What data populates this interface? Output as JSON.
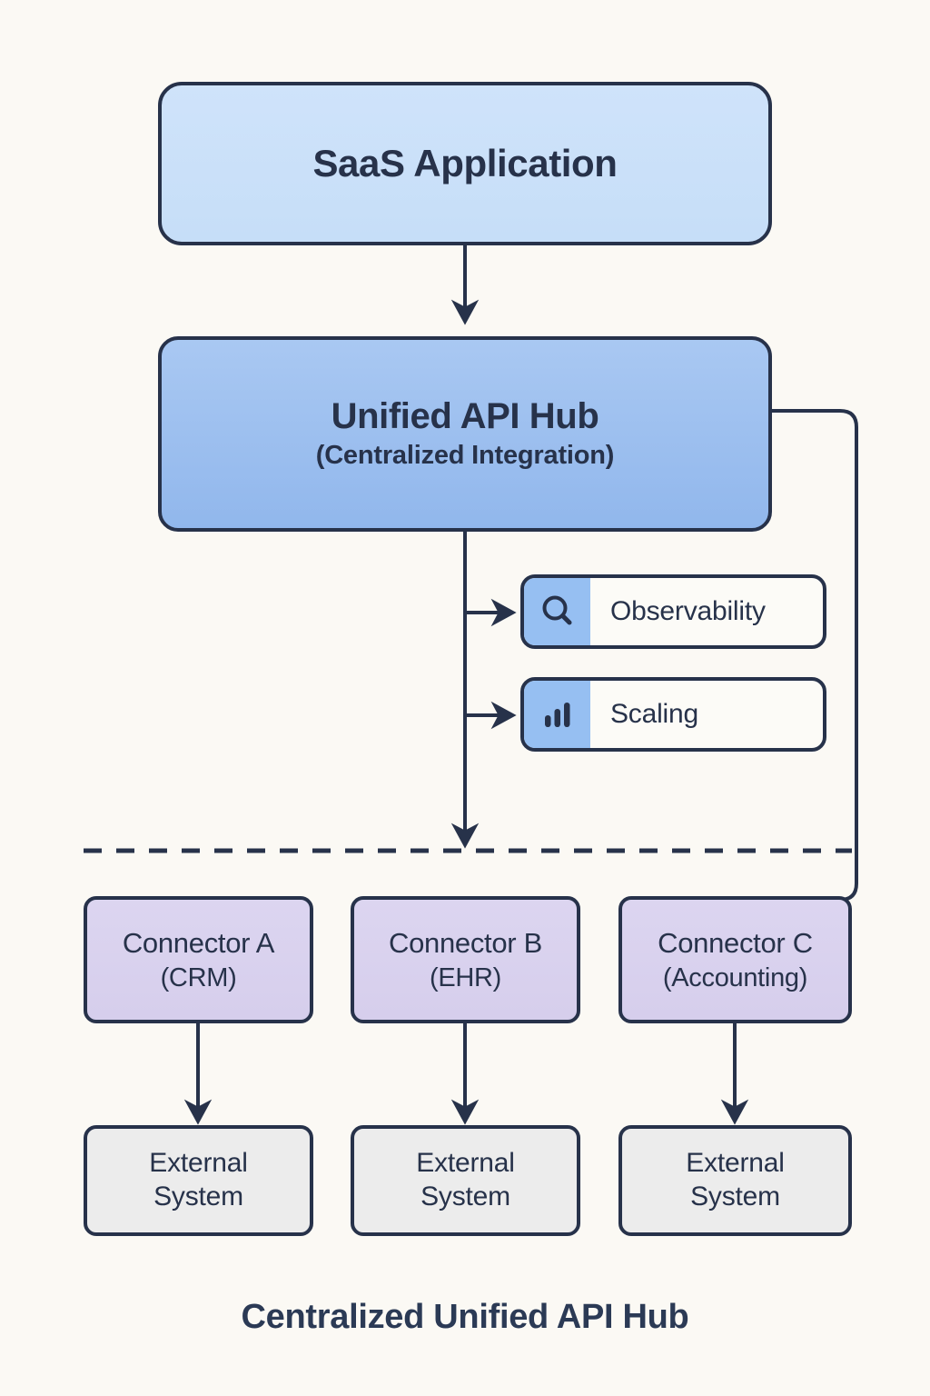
{
  "diagram": {
    "caption": "Centralized Unified API Hub",
    "background_color": "#FBF9F4",
    "stroke_color": "#27324A"
  },
  "saas_app": {
    "title": "SaaS Application",
    "fill_color": "#CFE3FA"
  },
  "api_hub": {
    "title": "Unified API Hub",
    "subtitle": "(Centralized Integration)",
    "fill_color": "#A9C8F2"
  },
  "features": [
    {
      "label": "Observability",
      "icon": "search-icon",
      "icon_panel_color": "#96BFF2"
    },
    {
      "label": "Scaling",
      "icon": "bar-chart-icon",
      "icon_panel_color": "#96BFF2"
    }
  ],
  "connectors": [
    {
      "title": "Connector A",
      "subtitle": "(CRM)",
      "fill_color": "#DCD5F0"
    },
    {
      "title": "Connector B",
      "subtitle": "(EHR)",
      "fill_color": "#DCD5F0"
    },
    {
      "title": "Connector C",
      "subtitle": "(Accounting)",
      "fill_color": "#DCD5F0"
    }
  ],
  "external_systems": [
    {
      "line1": "External",
      "line2": "System",
      "fill_color": "#ECECEC"
    },
    {
      "line1": "External",
      "line2": "System",
      "fill_color": "#ECECEC"
    },
    {
      "line1": "External",
      "line2": "System",
      "fill_color": "#ECECEC"
    }
  ]
}
